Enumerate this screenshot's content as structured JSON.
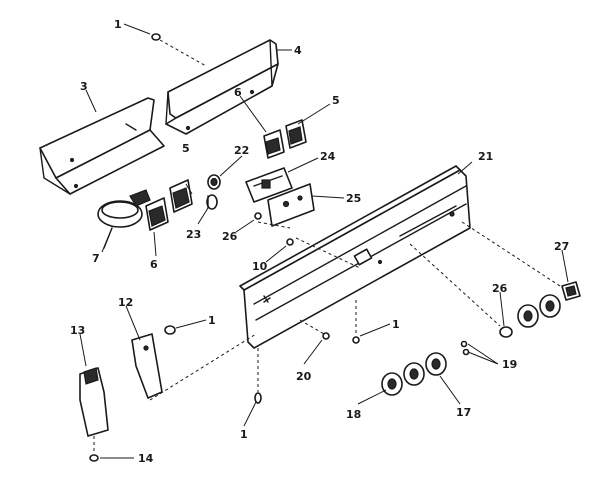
{
  "callouts": {
    "c1_top": "1",
    "c4": "4",
    "c3": "3",
    "c6_top": "6",
    "c5_top": "5",
    "c5_mid": "5",
    "c22": "22",
    "c24": "24",
    "c21": "21",
    "c25": "25",
    "c23": "23",
    "c26_left": "26",
    "c7": "7",
    "c6_mid": "6",
    "c10": "10",
    "c27": "27",
    "c26_right": "26",
    "c12": "12",
    "c1_mid": "1",
    "c13": "13",
    "c1_center": "1",
    "c19": "19",
    "c20": "20",
    "c18": "18",
    "c17": "17",
    "c1_bottom": "1",
    "c14": "14"
  }
}
